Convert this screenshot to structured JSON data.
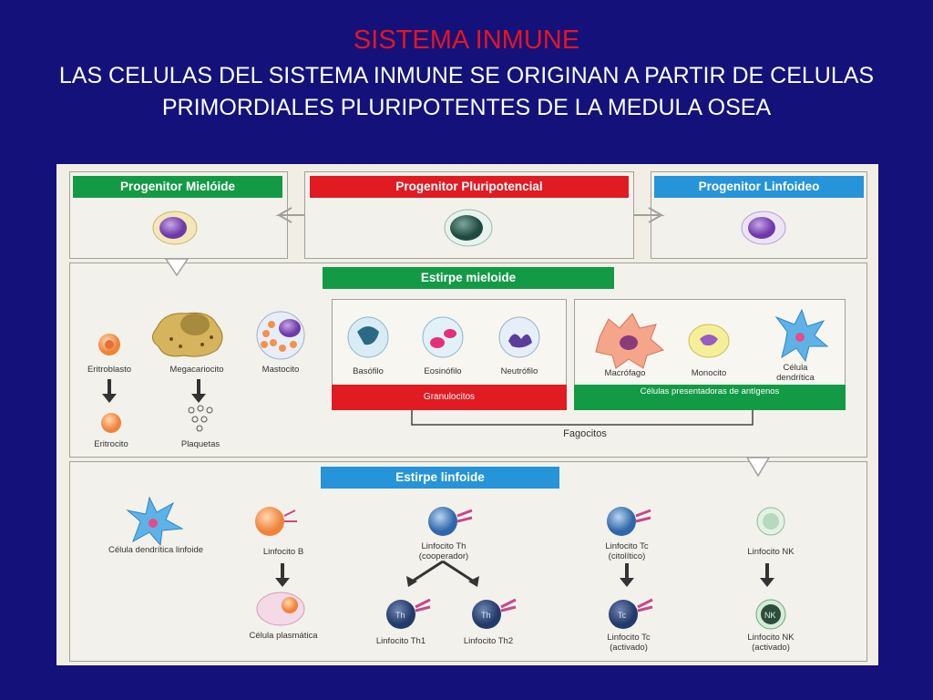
{
  "slide": {
    "title": "SISTEMA INMUNE",
    "subtitle": "LAS CELULAS DEL SISTEMA INMUNE SE ORIGINAN A PARTIR DE CELULAS PRIMORDIALES PLURIPOTENTES DE LA MEDULA OSEA"
  },
  "diagram": {
    "progenitors": {
      "myeloid": "Progenitor Mielóide",
      "pluripotent": "Progenitor Pluripotencial",
      "lymphoid": "Progenitor Linfoideo"
    },
    "myeloid_lineage": {
      "title": "Estirpe mieloide",
      "erythroblast": "Eritroblasto",
      "megakaryocyte": "Megacariocito",
      "mast_cell": "Mastocito",
      "erythrocyte": "Eritrocito",
      "platelets": "Plaquetas",
      "basophil": "Basófilo",
      "eosinophil": "Eosinófilo",
      "neutrophil": "Neutrófilo",
      "granulocytes": "Granulocitos",
      "macrophage": "Macrófago",
      "monocyte": "Monocito",
      "dendritic_cell": "Célula dendrítica",
      "apc": "Células presentadoras de antígenos",
      "phagocytes": "Fagocitos"
    },
    "lymphoid_lineage": {
      "title": "Estirpe linfoide",
      "lymphoid_dendritic": "Célula dendrítica linfoide",
      "b_cell": "Linfocito B",
      "plasma_cell": "Célula plasmática",
      "th_cell": "Linfocito Th (cooperador)",
      "th1": "Linfocito Th1",
      "th2": "Linfocito Th2",
      "tc_cell": "Linfocito Tc (citolítico)",
      "tc_activated": "Linfocito Tc (activado)",
      "nk_cell": "Linfocito NK",
      "nk_activated": "Linfocito NK (activado)",
      "th_mark": "Th",
      "tc_mark": "Tc",
      "nk_mark": "NK"
    }
  }
}
